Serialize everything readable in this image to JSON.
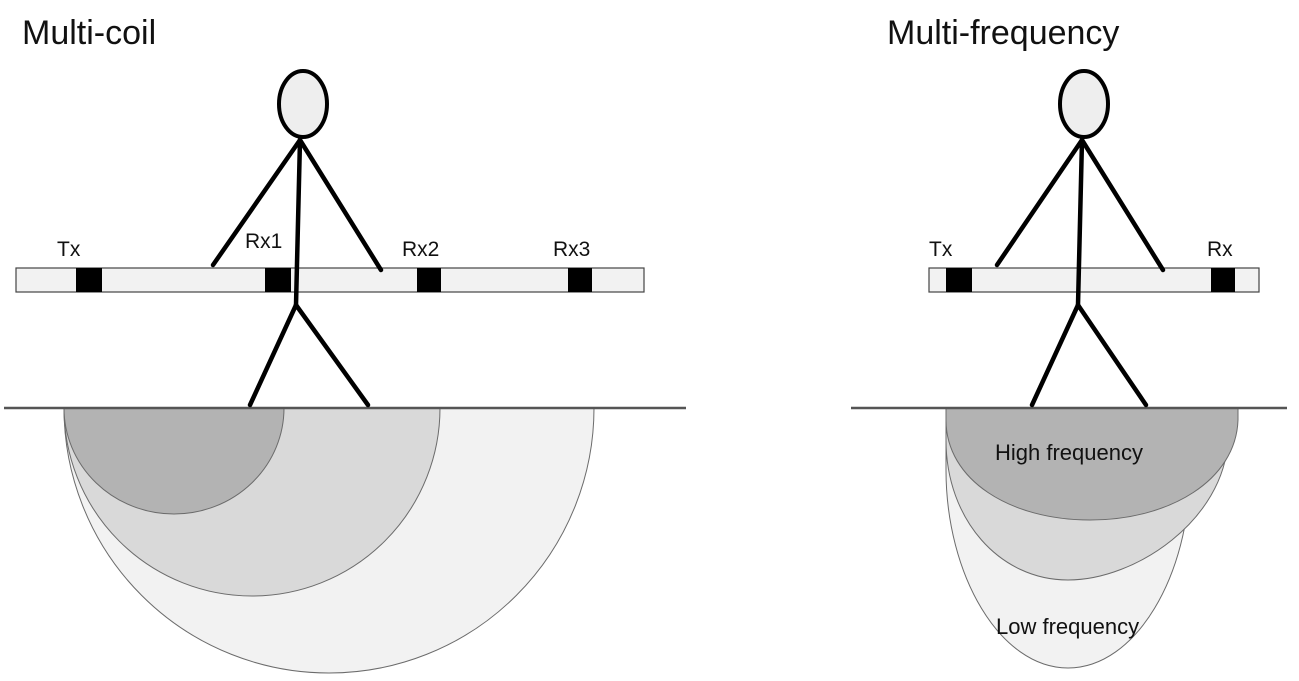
{
  "panels": {
    "multi_coil": {
      "title": "Multi-coil",
      "labels": {
        "tx": "Tx",
        "rx1": "Rx1",
        "rx2": "Rx2",
        "rx3": "Rx3"
      }
    },
    "multi_frequency": {
      "title": "Multi-frequency",
      "labels": {
        "tx": "Tx",
        "rx": "Rx"
      },
      "zones": {
        "high": "High frequency",
        "low": "Low frequency"
      }
    }
  },
  "colors": {
    "shallow_zone": "#b3b3b3",
    "middle_zone": "#d9d9d9",
    "deep_zone": "#f2f2f2",
    "coil": "#000000",
    "bar": "#f2f2f2"
  }
}
